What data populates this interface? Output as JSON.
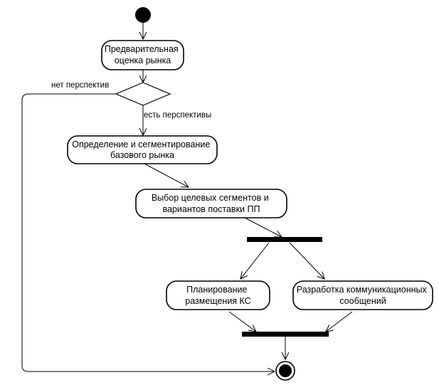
{
  "nodes": {
    "market_prelim": [
      "Предварительная",
      "оценка рынка"
    ],
    "base_market": [
      "Определение и сегментирование",
      "базового рынка"
    ],
    "target_segments": [
      "Выбор целевых сегментов и",
      "вариантов поставки ПП"
    ],
    "ks_placement": [
      "Планирование",
      "размещения КС"
    ],
    "comm_dev": [
      "Разработка коммуникационных",
      "сообщений"
    ]
  },
  "edge_labels": {
    "no_prospects": "нет перспектив",
    "has_prospects": "есть перспективы"
  }
}
